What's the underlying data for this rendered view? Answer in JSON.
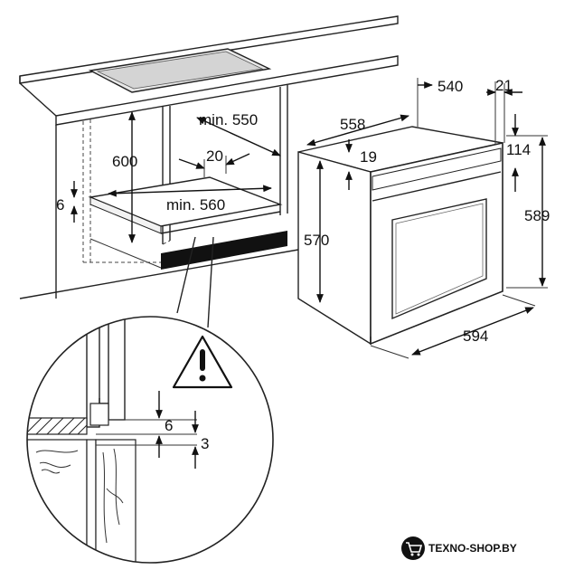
{
  "dimensions": {
    "oven_depth_top": "540",
    "oven_front_offset": "21",
    "oven_body_depth": "558",
    "cabinet_min_depth": "min. 550",
    "opening_height": "600",
    "panel_gap": "19",
    "control_panel_height": "114",
    "cabinet_recess": "20",
    "oven_body_height": "570",
    "oven_total_height": "589",
    "shelf_thickness": "6",
    "cabinet_min_width": "min. 560",
    "oven_width": "594",
    "detail_offset": "6",
    "detail_gap": "3"
  },
  "warning": {
    "icon": "warning-icon"
  },
  "brand": {
    "name": "TEXNO-SHOP.BY",
    "icon": "shopping-cart-icon"
  }
}
